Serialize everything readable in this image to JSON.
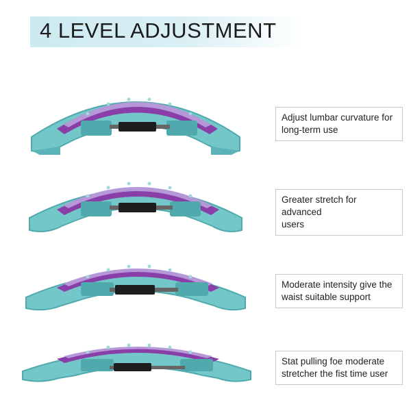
{
  "header": {
    "title": "4 LEVEL ADJUSTMENT"
  },
  "levels": [
    {
      "caption": "Adjust lumbar curvature for\n long-term use",
      "arch": 0.9
    },
    {
      "caption": "Greater stretch for advanced\n users",
      "arch": 0.7
    },
    {
      "caption": "Moderate intensity give the\nwaist suitable support",
      "arch": 0.5
    },
    {
      "caption": "Stat pulling foe moderate\nstretcher the fist time user",
      "arch": 0.25
    }
  ],
  "colors": {
    "band": "#cdeaf1",
    "teal": "#74c7c9",
    "teal_dark": "#4fa9ad",
    "purple": "#b697d8",
    "purple_dark": "#8a3fa8",
    "handle": "#1d1d1d"
  }
}
